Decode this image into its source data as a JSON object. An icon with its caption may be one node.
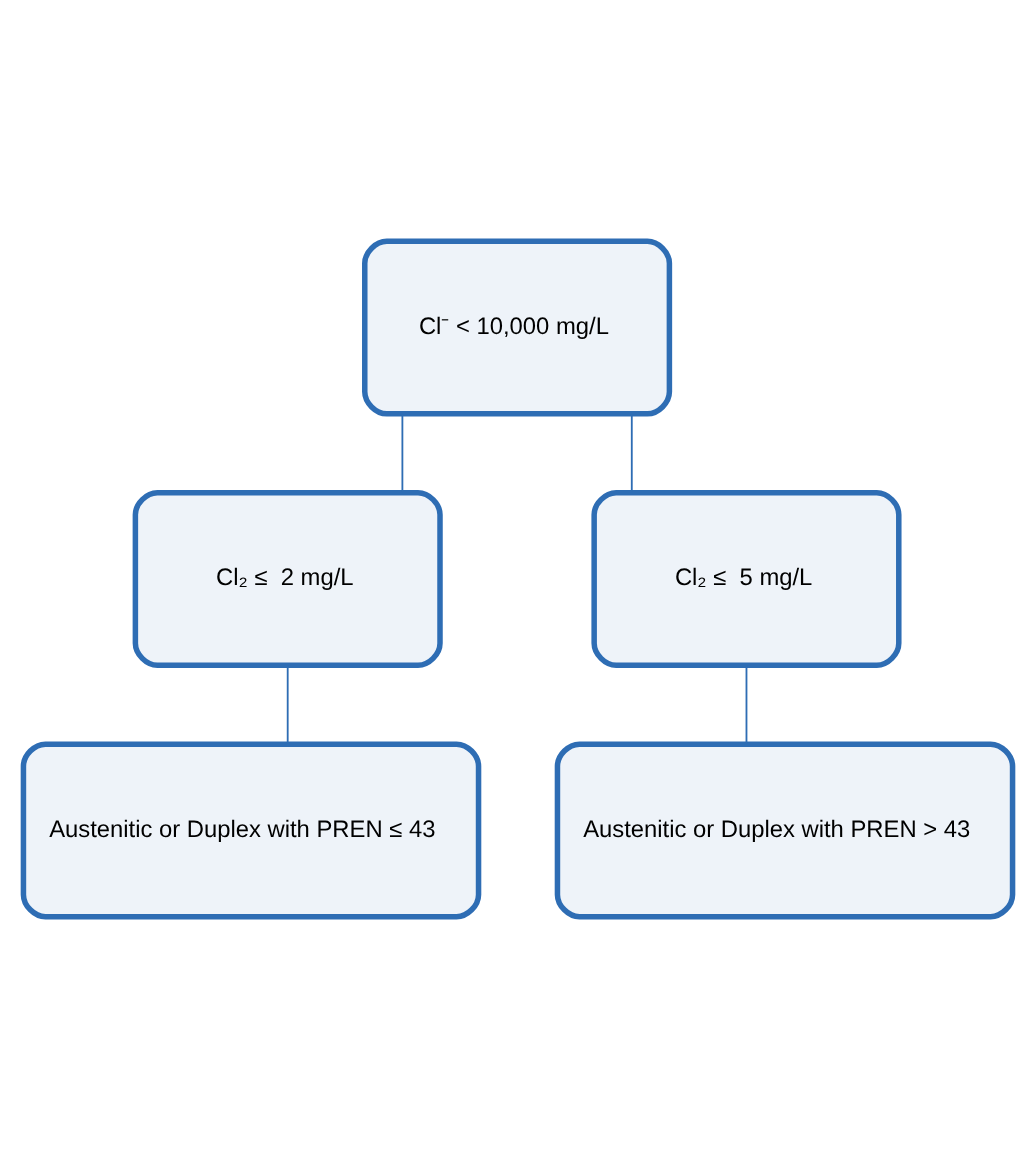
{
  "diagram": {
    "nodes": [
      {
        "text": [
          "Cl⁻ < 10,000 mg/L"
        ]
      },
      {
        "text": [
          "Cl₂ ≤  2 mg/L"
        ]
      },
      {
        "text": [
          "Cl₂ ≤  5 mg/L"
        ]
      },
      {
        "text": [
          "Austenitic or Duplex with PREN ≤ 43"
        ]
      },
      {
        "text": [
          "Austenitic or Duplex with PREN > 43"
        ]
      }
    ],
    "edges": [
      {
        "from": 0,
        "to": 1,
        "arrow": "none"
      },
      {
        "from": 0,
        "to": 2,
        "arrow": "none"
      },
      {
        "from": 1,
        "to": 3,
        "arrow": "none"
      },
      {
        "from": 2,
        "to": 4,
        "arrow": "none"
      }
    ]
  }
}
